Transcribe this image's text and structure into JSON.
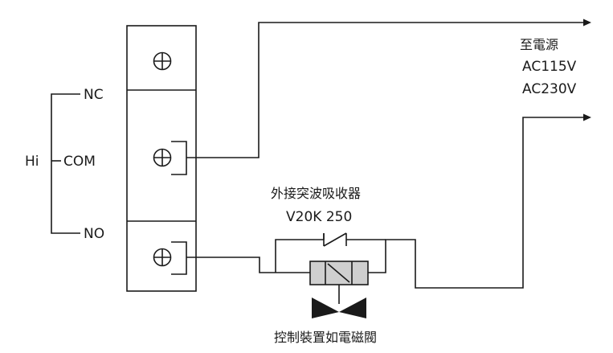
{
  "terminals": {
    "hi": "Hi",
    "nc": "NC",
    "com": "COM",
    "no": "NO"
  },
  "power": {
    "title": "至電源",
    "v1": "AC115V",
    "v2": "AC230V"
  },
  "suppressor": {
    "title": "外接突波吸收器",
    "model": "V20K 250"
  },
  "device": {
    "caption": "控制裝置如電磁閥"
  },
  "colors": {
    "line": "#1a1a1a",
    "solenoid_fill": "#cfcfcf",
    "background": "#ffffff"
  }
}
